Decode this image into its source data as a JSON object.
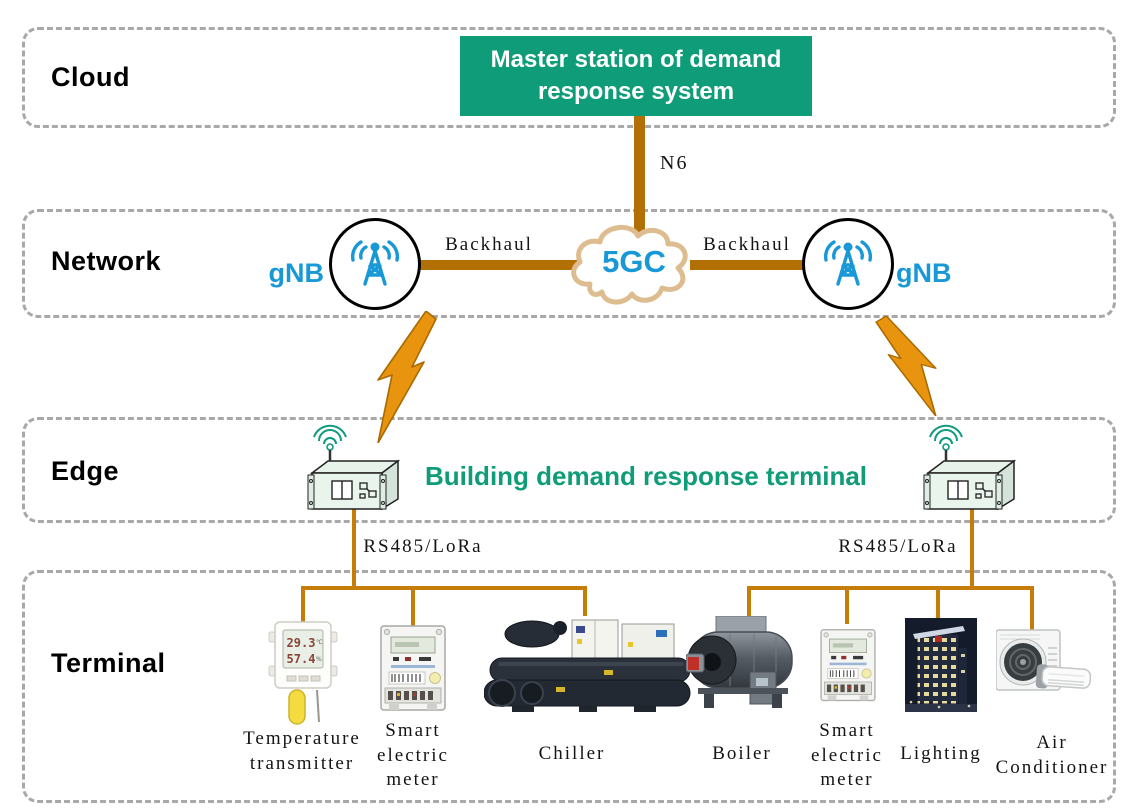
{
  "colors": {
    "accent_green": "#0f9c78",
    "accent_blue": "#1898d6",
    "link_brown": "#b26f04",
    "bus_orange": "#c67c08",
    "lightning_orange": "#e8940e",
    "core_cloud_tan": "#ddbd8f",
    "layer_border_gray": "#a8a8a8"
  },
  "layers": {
    "cloud": {
      "label": "Cloud"
    },
    "network": {
      "label": "Network"
    },
    "edge": {
      "label": "Edge"
    },
    "terminal": {
      "label": "Terminal"
    }
  },
  "cloud_layer": {
    "master_station_label": "Master station of demand\nresponse system"
  },
  "network_layer": {
    "n6_label": "N6",
    "backhaul_left_label": "Backhaul",
    "backhaul_right_label": "Backhaul",
    "gnb_left_label": "gNB",
    "gnb_right_label": "gNB",
    "core_label": "5GC"
  },
  "edge_layer": {
    "terminal_label": "Building demand response terminal",
    "rs485_left_label": "RS485/LoRa",
    "rs485_right_label": "RS485/LoRa"
  },
  "terminal_layer": {
    "devices": [
      {
        "name": "Temperature\ntransmitter"
      },
      {
        "name": "Smart\nelectric\nmeter"
      },
      {
        "name": "Chiller"
      },
      {
        "name": "Boiler"
      },
      {
        "name": "Smart\nelectric\nmeter"
      },
      {
        "name": "Lighting"
      },
      {
        "name": "Air\nConditioner"
      }
    ],
    "temperature_transmitter_display": {
      "temperature": "29.3",
      "temperature_unit": "℃",
      "humidity": "57.4",
      "humidity_unit": "%"
    }
  },
  "icons": {
    "gnb_antenna": "radio-tower-with-waves",
    "core_cloud": "cloud-outline",
    "wireless_link": "lightning-bolt",
    "edge_gateway": "rack-box-with-antenna"
  }
}
